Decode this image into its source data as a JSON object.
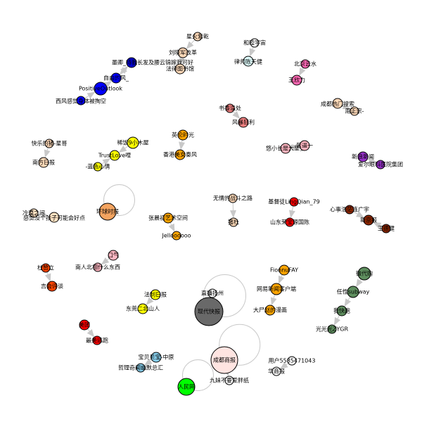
{
  "nodes": [
    {
      "id": "n1",
      "label": "星火紫乾",
      "color": "#ffdab9"
    },
    {
      "id": "n2",
      "label": "刘晓军改革",
      "color": "#ffdab9"
    },
    {
      "id": "n3",
      "label": "墨卿_待我长发及腰云锦嫁我可好",
      "color": "#0000cd"
    },
    {
      "id": "n4",
      "label": "法律图书馆",
      "color": "#ffdab9"
    },
    {
      "id": "n5",
      "label": "自由的风_",
      "color": "#0000ff"
    },
    {
      "id": "n6",
      "label": "PositiveOutlook",
      "color": "#0000ff"
    },
    {
      "id": "n7",
      "label": "西风感觉身体被掏空",
      "color": "#0000ff"
    },
    {
      "id": "n8",
      "label": "和睦宇宙",
      "color": "#ffffff"
    },
    {
      "id": "n9",
      "label": "律师陈天健",
      "color": "#e0ffff"
    },
    {
      "id": "n10",
      "label": "北京云水",
      "color": "#ff69b4"
    },
    {
      "id": "n11",
      "label": "王欣力",
      "color": "#ff69b4"
    },
    {
      "id": "n12",
      "label": "书香溢处",
      "color": "#f08080"
    },
    {
      "id": "n13",
      "label": "风暴狂利",
      "color": "#f08080"
    },
    {
      "id": "n14",
      "label": "成都热门搜索",
      "color": "#ffdab9"
    },
    {
      "id": "n15",
      "label": "周正宗-",
      "color": "#ffdab9"
    },
    {
      "id": "n16",
      "label": "快乐的猪-星哥",
      "color": "#ffdab9"
    },
    {
      "id": "n17",
      "label": "南方日报",
      "color": "#ffdab9"
    },
    {
      "id": "n18",
      "label": "稀饭9小木屋",
      "color": "#ffff00"
    },
    {
      "id": "n19",
      "label": "TrustLove哩",
      "color": "#ffff00"
    },
    {
      "id": "n20",
      "label": "-蓝色心情",
      "color": "#ffff00"
    },
    {
      "id": "n21",
      "label": "英伦时光",
      "color": "#ffa500"
    },
    {
      "id": "n22",
      "label": "香港美女秦风",
      "color": "#ffa500"
    },
    {
      "id": "n23",
      "label": "悠小长是大坚强",
      "color": "#ffb6c1"
    },
    {
      "id": "n24",
      "label": "苦逼一",
      "color": "#ffb6c1"
    },
    {
      "id": "n25",
      "label": "新浪新闻",
      "color": "#9932cc"
    },
    {
      "id": "n26",
      "label": "爱尔眼科医院集团",
      "color": "#9932cc"
    },
    {
      "id": "n27",
      "label": "冷漠之间",
      "color": "#ffe4c4"
    },
    {
      "id": "n28",
      "label": "感觉没个孩子可能会好点",
      "color": "#ffe4c4"
    },
    {
      "id": "n29",
      "label": "环球时报",
      "color": "#f4a460"
    },
    {
      "id": "n30",
      "label": "张晨初艺术空间",
      "color": "#ffa500"
    },
    {
      "id": "n31",
      "label": "Jelloooooo",
      "color": "#ffa500"
    },
    {
      "id": "n32",
      "label": "无情的战斗之路",
      "color": "#ffdab9"
    },
    {
      "id": "n33",
      "label": "猪杜",
      "color": "#ffdab9"
    },
    {
      "id": "n34",
      "label": "基督徒LingQian_79",
      "color": "#ff0000"
    },
    {
      "id": "n35",
      "label": "山东荣宝源国陈",
      "color": "#ff0000"
    },
    {
      "id": "n36",
      "label": "心事浩茫连广宇",
      "color": "#8b2500"
    },
    {
      "id": "n37",
      "label": "新京报",
      "color": "#8b2500"
    },
    {
      "id": "n38",
      "label": "王德健",
      "color": "#8b2500"
    },
    {
      "id": "n39",
      "label": "口气",
      "color": "#ffb6c1"
    },
    {
      "id": "n40",
      "label": "南人北相什么东西",
      "color": "#ffb6c1"
    },
    {
      "id": "n41",
      "label": "杜赞立",
      "color": "#ff4500"
    },
    {
      "id": "n42",
      "label": "吉会评谈",
      "color": "#ff4500"
    },
    {
      "id": "n43",
      "label": "FionnuFAY",
      "color": "#ffa500"
    },
    {
      "id": "n44",
      "label": "网易新闻客户端",
      "color": "#ffa500"
    },
    {
      "id": "n45",
      "label": "大尸赵的漫画",
      "color": "#ffa500"
    },
    {
      "id": "n46",
      "label": "微代购",
      "color": "#5f8f5f"
    },
    {
      "id": "n47",
      "label": "任性subway",
      "color": "#5f8f5f"
    },
    {
      "id": "n48",
      "label": "我快跑",
      "color": "#5f8f5f"
    },
    {
      "id": "n49",
      "label": "光光光ZYGR",
      "color": "#5f8f5f"
    },
    {
      "id": "n50",
      "label": "法制日报",
      "color": "#ffff00"
    },
    {
      "id": "n51",
      "label": "东莞二北山人",
      "color": "#ffff00"
    },
    {
      "id": "n52",
      "label": "直播扬州",
      "color": "#ffffff"
    },
    {
      "id": "n53",
      "label": "现代快报",
      "color": "#696969"
    },
    {
      "id": "n54",
      "label": "美团",
      "color": "#ff0000"
    },
    {
      "id": "n55",
      "label": "最美逃跑",
      "color": "#ff0000"
    },
    {
      "id": "n56",
      "label": "宝贝贝宝-中原",
      "color": "#87ceeb"
    },
    {
      "id": "n57",
      "label": "哲理奇闻幽默总汇",
      "color": "#87ceeb"
    },
    {
      "id": "n58",
      "label": "成都商报",
      "color": "#ffe4e1"
    },
    {
      "id": "n59",
      "label": "九妹不要爱胖纸",
      "color": "#ffffff"
    },
    {
      "id": "n60",
      "label": "人民网",
      "color": "#00ff00"
    },
    {
      "id": "n61",
      "label": "用户5585471043",
      "color": "#ffffff"
    },
    {
      "id": "n62",
      "label": "华商报",
      "color": "#ffffff"
    }
  ],
  "edges": [
    [
      "n1",
      "n2"
    ],
    [
      "n2",
      "n4"
    ],
    [
      "n3",
      "n5"
    ],
    [
      "n6",
      "n5"
    ],
    [
      "n7",
      "n6"
    ],
    [
      "n5",
      "n3"
    ],
    [
      "n8",
      "n9"
    ],
    [
      "n10",
      "n11"
    ],
    [
      "n12",
      "n13"
    ],
    [
      "n14",
      "n15"
    ],
    [
      "n16",
      "n17"
    ],
    [
      "n18",
      "n19"
    ],
    [
      "n20",
      "n19"
    ],
    [
      "n21",
      "n22"
    ],
    [
      "n23",
      "n24"
    ],
    [
      "n24",
      "n23"
    ],
    [
      "n25",
      "n26"
    ],
    [
      "n27",
      "n28"
    ],
    [
      "n30",
      "n31"
    ],
    [
      "n32",
      "n33"
    ],
    [
      "n34",
      "n35"
    ],
    [
      "n36",
      "n37"
    ],
    [
      "n38",
      "n37"
    ],
    [
      "n39",
      "n40"
    ],
    [
      "n41",
      "n42"
    ],
    [
      "n43",
      "n44"
    ],
    [
      "n44",
      "n45"
    ],
    [
      "n46",
      "n47"
    ],
    [
      "n47",
      "n48"
    ],
    [
      "n48",
      "n49"
    ],
    [
      "n50",
      "n51"
    ],
    [
      "n52",
      "n53"
    ],
    [
      "n54",
      "n55"
    ],
    [
      "n56",
      "n57"
    ],
    [
      "n58",
      "n59"
    ],
    [
      "n61",
      "n62"
    ]
  ],
  "self_loops": [
    "n29",
    "n53",
    "n58",
    "n60"
  ]
}
